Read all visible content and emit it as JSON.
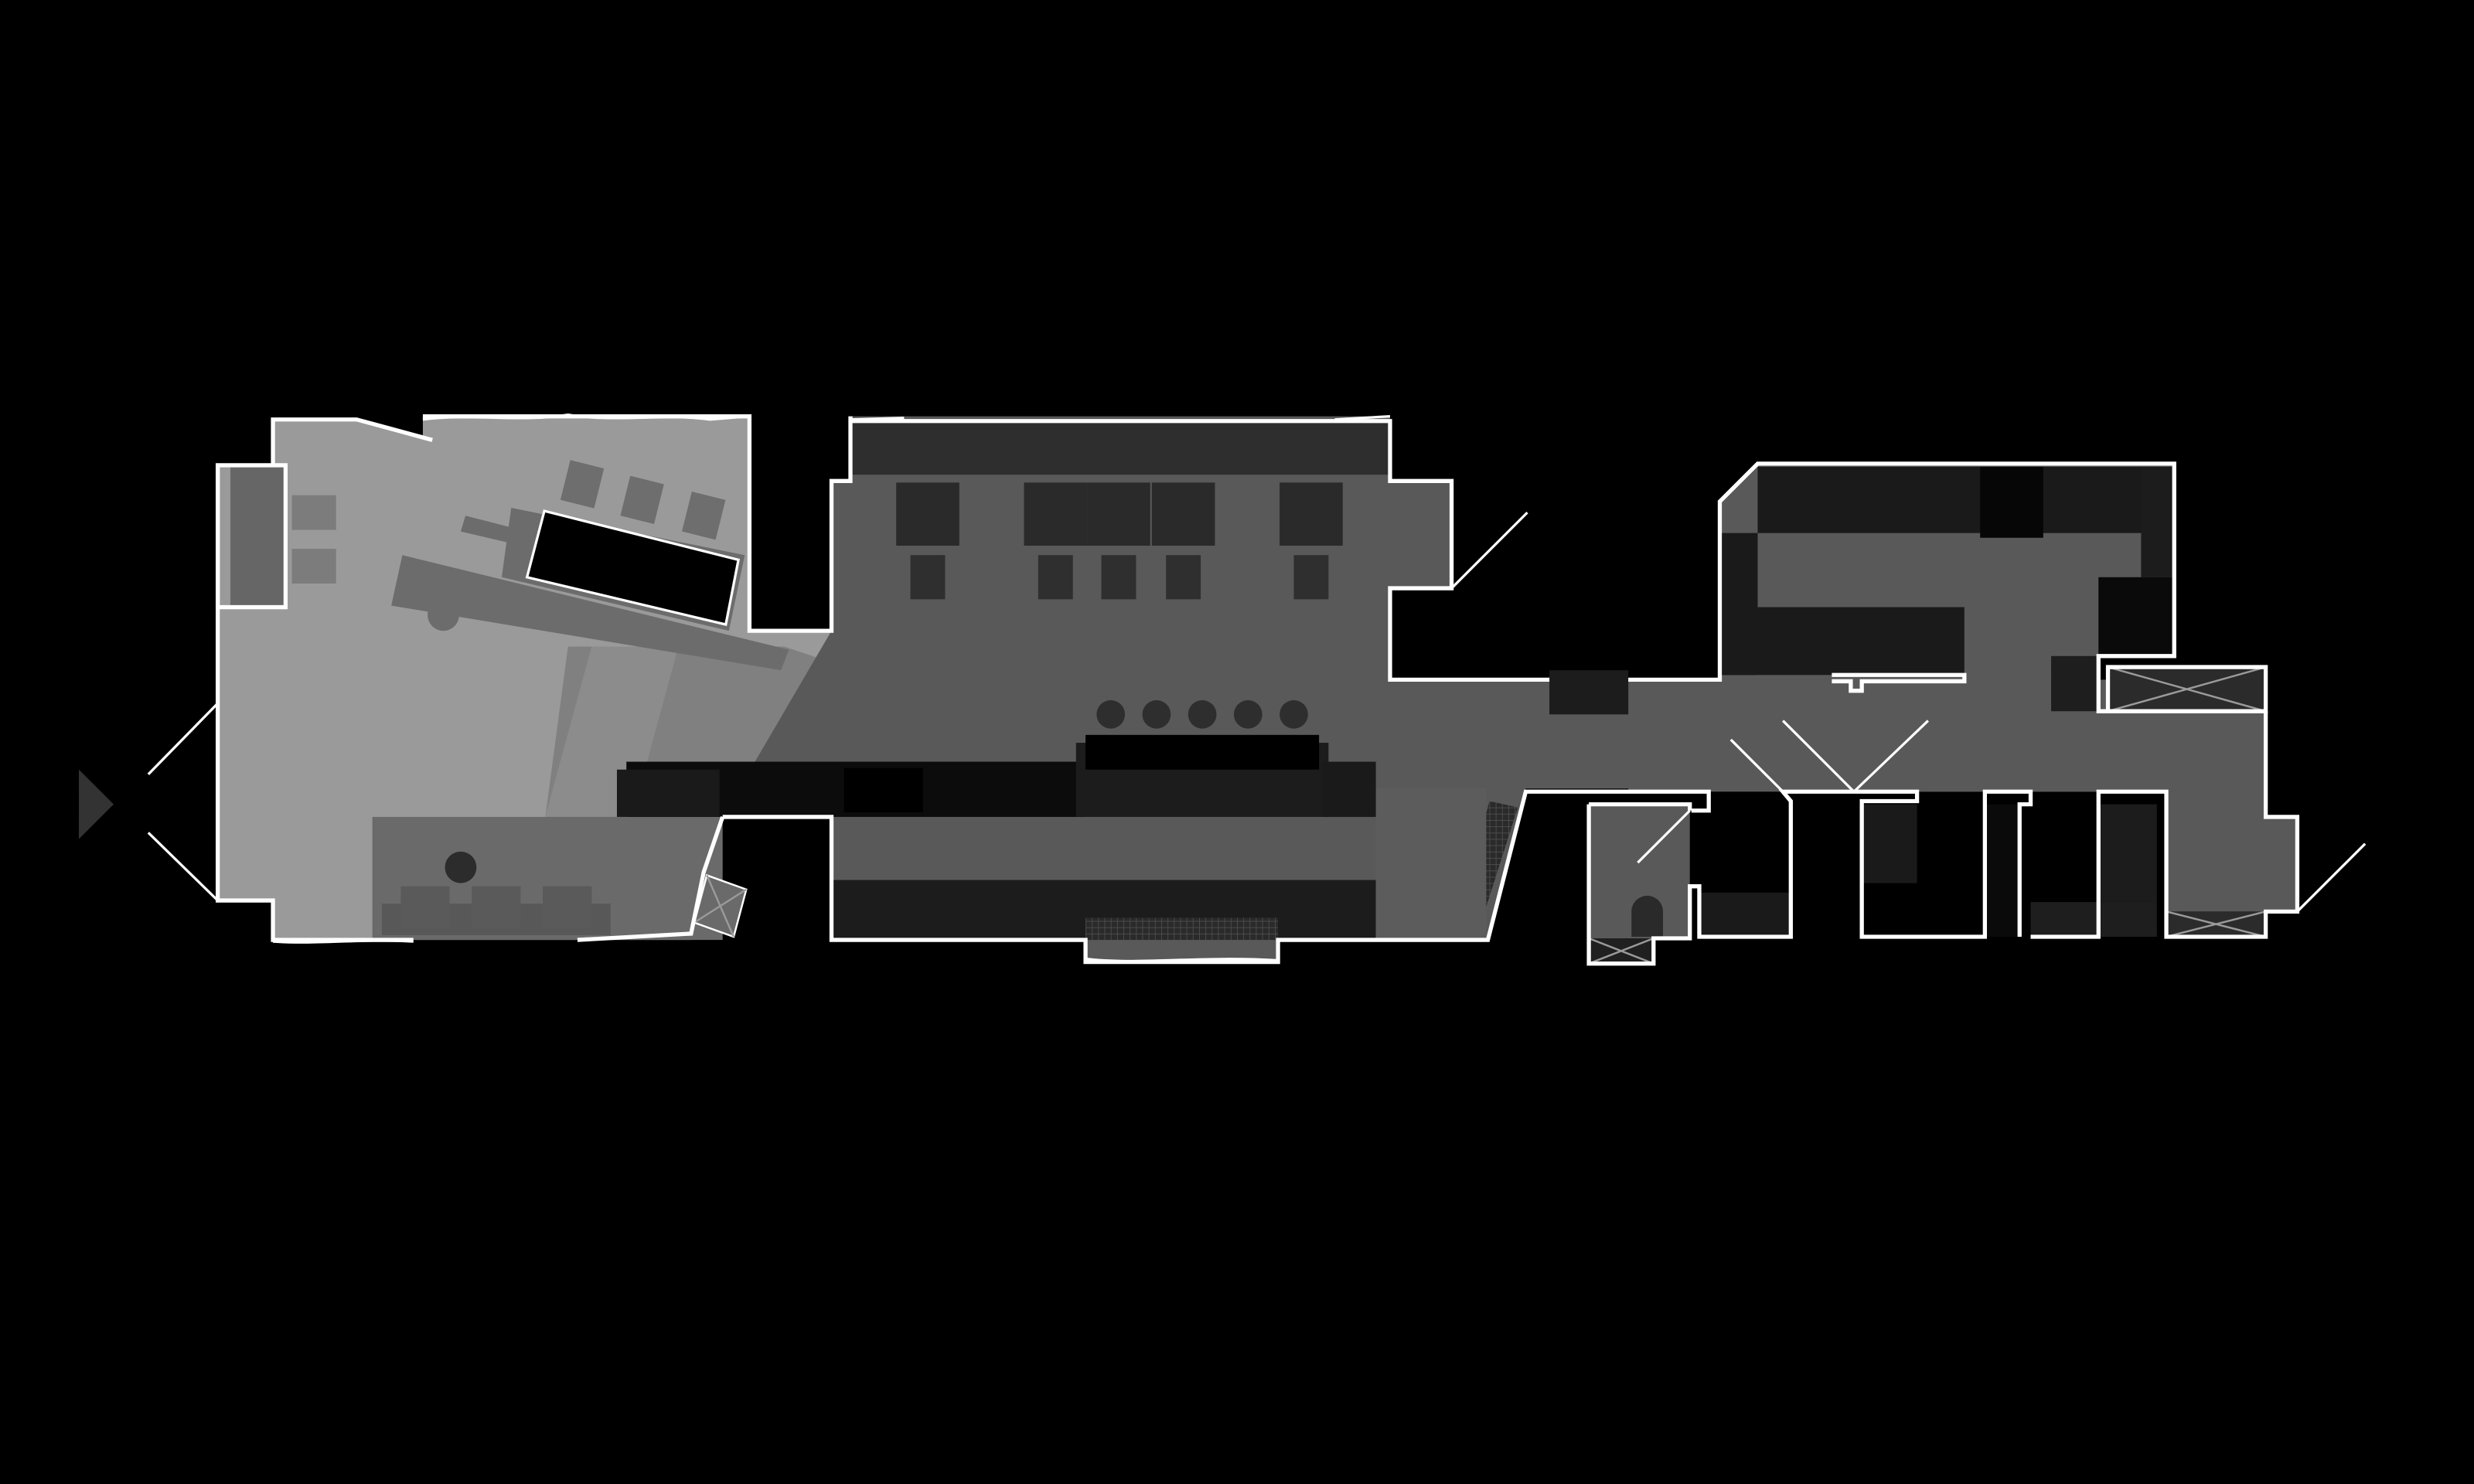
{
  "map": {
    "kind": "floor-plan",
    "background_color": "#000000",
    "wall_color": "#ffffff",
    "icons": [
      "back-arrow-icon",
      "round-stool-icon",
      "round-table-icon",
      "sink-icon",
      "hatch-icon"
    ],
    "zones": [
      {
        "id": "west-hall",
        "fill": "#9a9a9a"
      },
      {
        "id": "center-hall",
        "fill": "#595959"
      },
      {
        "id": "east-wing",
        "fill": "#595959"
      },
      {
        "id": "bar-counter",
        "fill": "#0c0c0c"
      }
    ],
    "stool_count": 5,
    "labels": []
  }
}
